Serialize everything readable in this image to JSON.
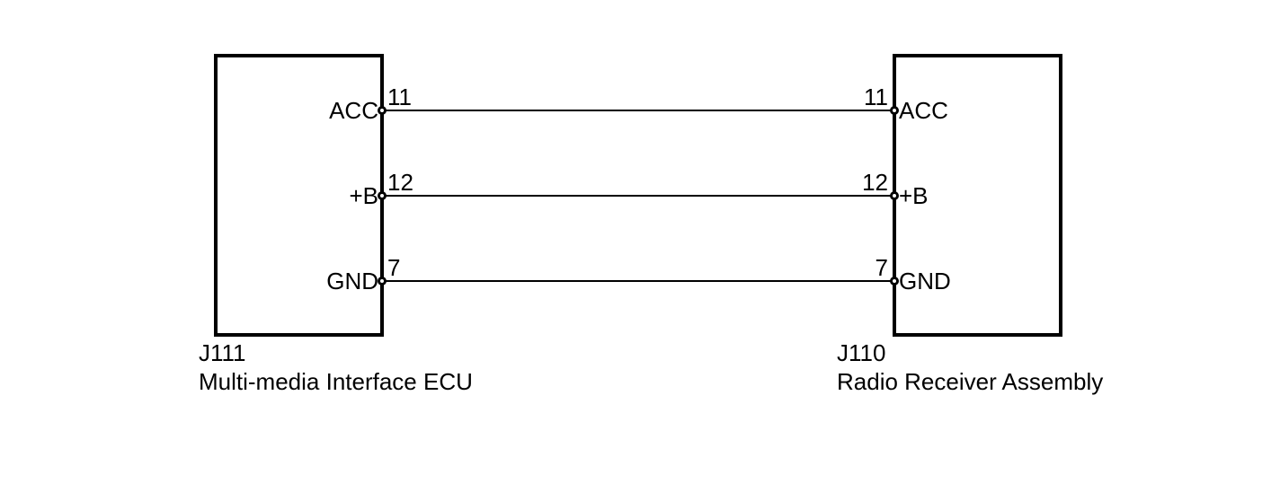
{
  "diagram": {
    "type": "wiring-diagram",
    "background_color": "#ffffff",
    "line_color": "#000000",
    "components": {
      "left": {
        "id": "J111",
        "name": "Multi-media Interface ECU",
        "pins": [
          {
            "number": "11",
            "label": "ACC"
          },
          {
            "number": "12",
            "label": "+B"
          },
          {
            "number": "7",
            "label": "GND"
          }
        ]
      },
      "right": {
        "id": "J110",
        "name": "Radio Receiver Assembly",
        "pins": [
          {
            "number": "11",
            "label": "ACC"
          },
          {
            "number": "12",
            "label": "+B"
          },
          {
            "number": "7",
            "label": "GND"
          }
        ]
      }
    },
    "connections": [
      {
        "signal": "ACC",
        "from": "J111 pin 11",
        "to": "J110 pin 11"
      },
      {
        "signal": "+B",
        "from": "J111 pin 12",
        "to": "J110 pin 12"
      },
      {
        "signal": "GND",
        "from": "J111 pin 7",
        "to": "J110 pin 7"
      }
    ]
  }
}
